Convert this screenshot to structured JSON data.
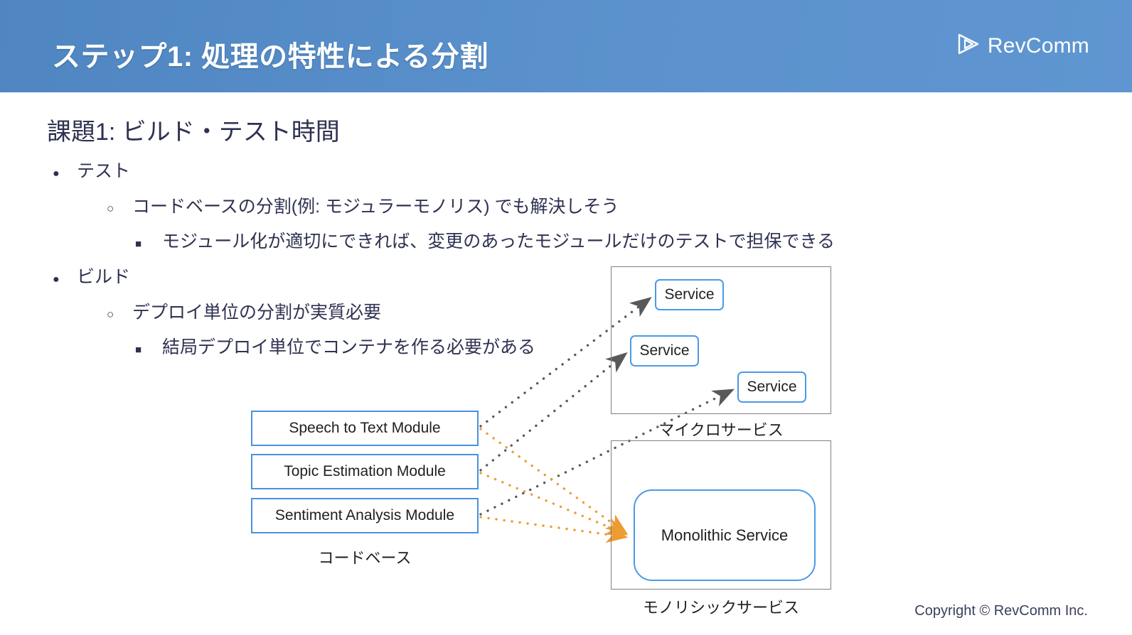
{
  "header": {
    "title": "ステップ1: 処理の特性による分割",
    "brand_name": "RevComm",
    "brand_icon": "play-triangle-logo-icon",
    "bg_color_left": "#4f86c2",
    "bg_color_right": "#5f96d1",
    "title_color": "#ffffff"
  },
  "content": {
    "heading": "課題1: ビルド・テスト時間",
    "text_color": "#2e3250",
    "bullets": [
      {
        "level": 1,
        "marker": "●",
        "text": "テスト"
      },
      {
        "level": 2,
        "marker": "○",
        "text": "コードベースの分割(例: モジュラーモノリス) でも解決しそう"
      },
      {
        "level": 3,
        "marker": "■",
        "text": "モジュール化が適切にできれば、変更のあったモジュールだけのテストで担保できる"
      },
      {
        "level": 1,
        "marker": "●",
        "text": "ビルド"
      },
      {
        "level": 2,
        "marker": "○",
        "text": "デプロイ単位の分割が実質必要"
      },
      {
        "level": 3,
        "marker": "■",
        "text": "結局デプロイ単位でコンテナを作る必要がある"
      }
    ]
  },
  "diagram": {
    "module_border_color": "#4a90e2",
    "service_border_color": "#4a9ae8",
    "container_border_color": "#808080",
    "arrow_gray_color": "#595959",
    "arrow_orange_color": "#ed9c32",
    "modules": [
      {
        "label": "Speech to Text Module"
      },
      {
        "label": "Topic Estimation Module"
      },
      {
        "label": "Sentiment Analysis Module"
      }
    ],
    "codebase_label": "コードベース",
    "services": [
      {
        "label": "Service"
      },
      {
        "label": "Service"
      },
      {
        "label": "Service"
      }
    ],
    "microservices_label": "マイクロサービス",
    "monolith": {
      "label": "Monolithic Service"
    },
    "monolith_label": "モノリシックサービス"
  },
  "footer": {
    "copyright": "Copyright © RevComm Inc."
  }
}
